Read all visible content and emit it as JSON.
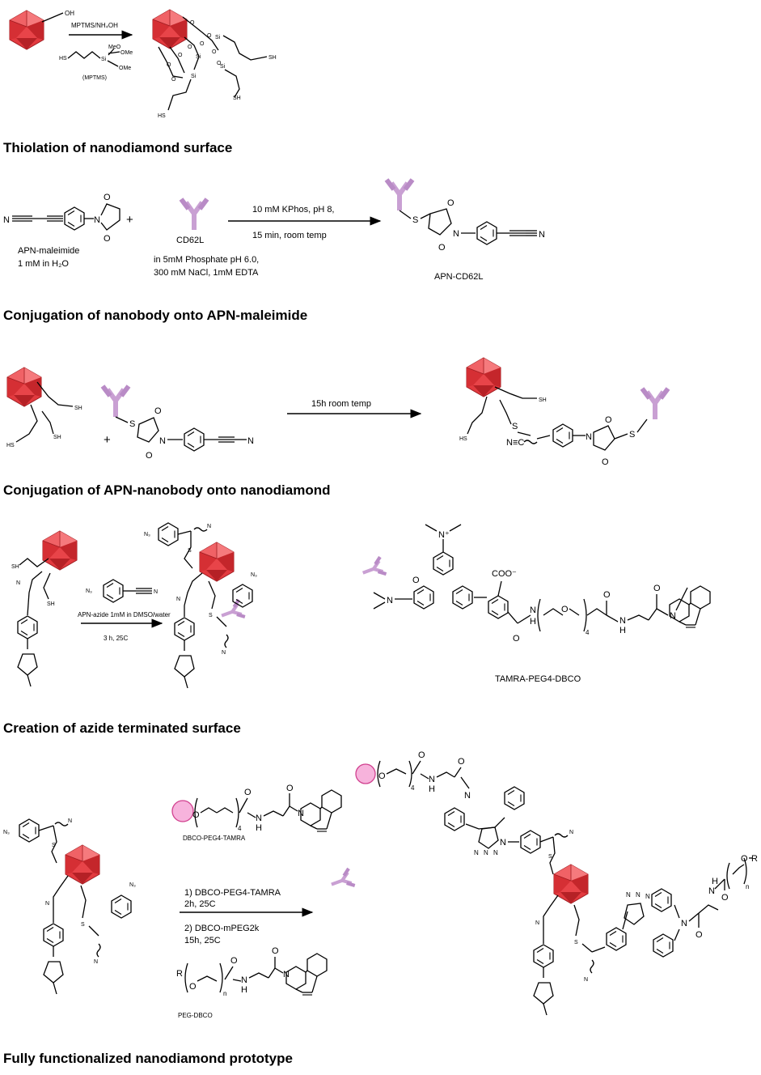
{
  "section_titles": {
    "s1": "Thiolation of nanodiamond surface",
    "s2": "Conjugation of nanobody onto APN-maleimide",
    "s3": "Conjugation of APN-nanobody onto nanodiamond",
    "s4": "Creation of azide terminated surface",
    "s5": "Fully functionalized nanodiamond prototype"
  },
  "s1": {
    "reagent": "MPTMS/NH₄OH",
    "reagent_name": "(MPTMS)",
    "oh": "OH",
    "meo": "MeO",
    "ome": "OMe",
    "hs": "HS",
    "si": "Si",
    "o": "O",
    "sh": "SH"
  },
  "s2": {
    "apn_label": "APN-maleimide",
    "apn_conc": "1 mM in H₂O",
    "plus": "+",
    "cd62l": "CD62L",
    "buffer_1": "in 5mM Phosphate pH 6.0,",
    "buffer_2": "300 mM NaCl, 1mM EDTA",
    "cond_1": "10 mM KPhos, pH 8,",
    "cond_2": "15 min, room temp",
    "product": "APN-CD62L",
    "n": "N",
    "o": "O",
    "s": "S"
  },
  "s3": {
    "cond": "15h room temp",
    "plus": "+",
    "hs": "HS",
    "sh": "SH",
    "n": "N",
    "o": "O",
    "s": "S",
    "nc": "N≡C",
    "cn": "N"
  },
  "s4": {
    "reagent": "APN-azide 1mM in DMSO/water",
    "cond": "3 h, 25C",
    "tamra": "TAMRA-PEG4-DBCO",
    "n3": "N₃",
    "coo": "COO⁻",
    "nplus": "N⁺",
    "n": "N",
    "nh": "NH",
    "h": "H",
    "o": "O",
    "sub4": "4",
    "cn": "N",
    "sh": "SH",
    "s": "S"
  },
  "s5": {
    "dbco_tamra": "DBCO-PEG4-TAMRA",
    "peg_dbco": "PEG-DBCO",
    "step1": "1) DBCO-PEG4-TAMRA",
    "step1b": "2h, 25C",
    "step2": "2) DBCO-mPEG2k",
    "step2b": "15h, 25C",
    "n3": "N₃",
    "r": "R",
    "n": "N",
    "nsub": "n",
    "sub4": "4",
    "h": "H",
    "o": "O",
    "s": "S",
    "cn": "N"
  }
}
